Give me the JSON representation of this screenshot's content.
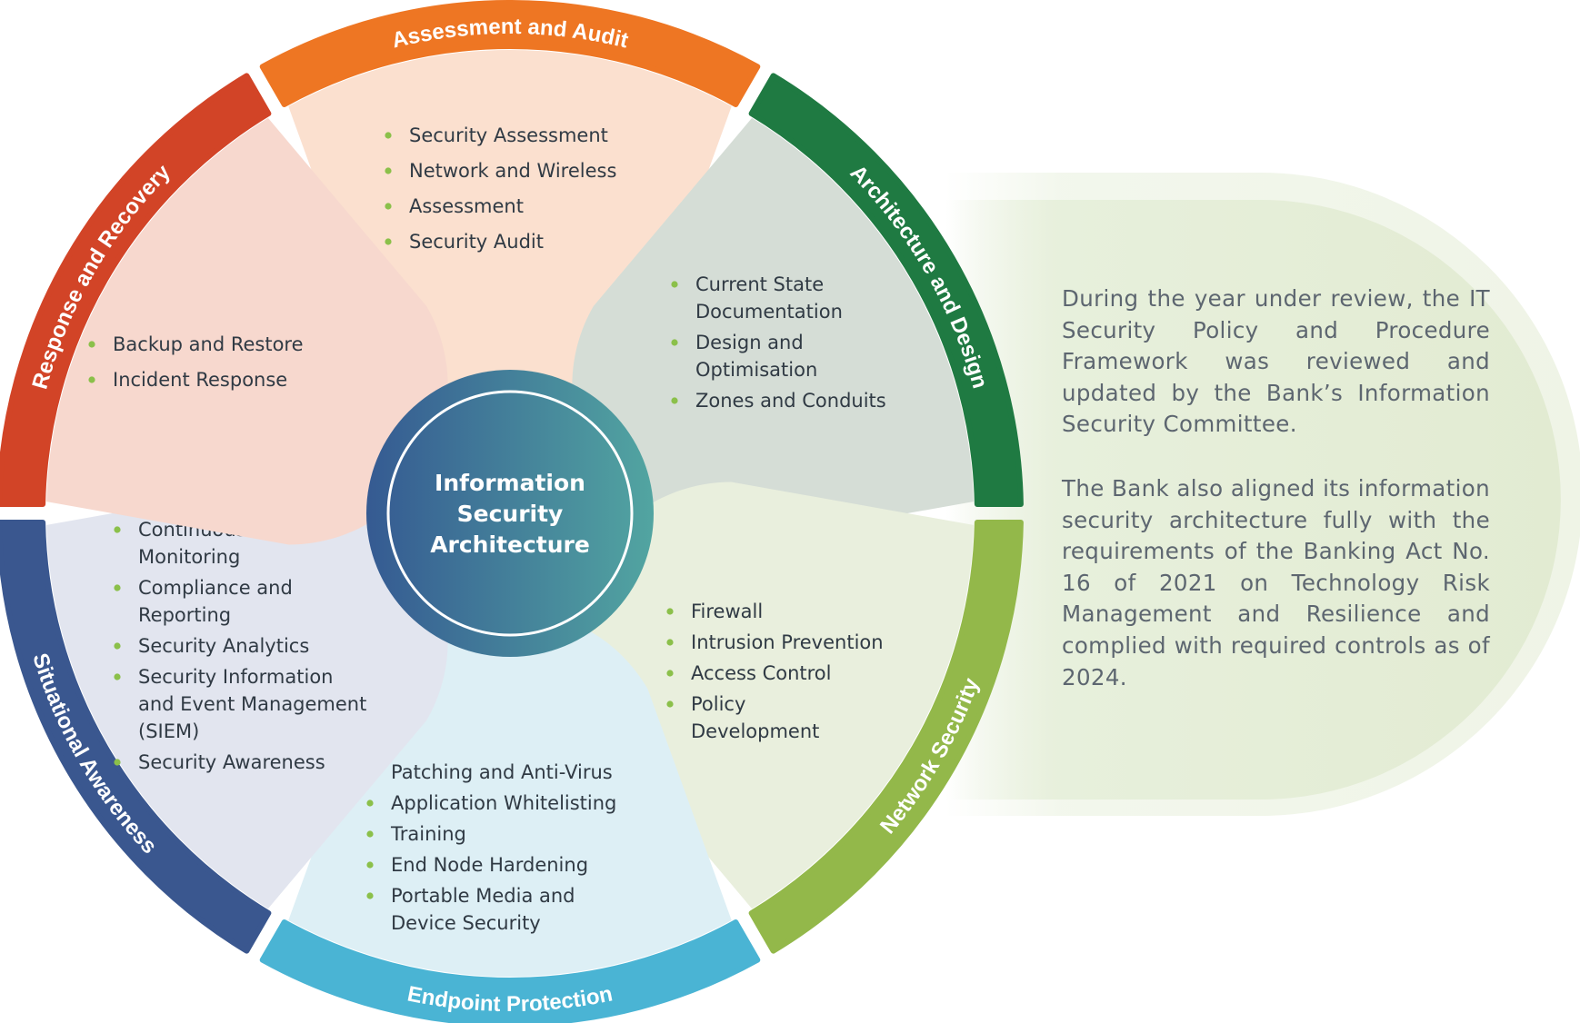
{
  "center": {
    "lines": [
      "Information",
      "Security",
      "Architecture"
    ]
  },
  "segments": [
    {
      "id": "assessment-and-audit",
      "title": "Assessment and Audit",
      "color": "#ee7623",
      "fill": "#fbe0cf",
      "items": [
        [
          "Security Assessment"
        ],
        [
          "Network and Wireless"
        ],
        [
          "Assessment"
        ],
        [
          "Security Audit"
        ]
      ]
    },
    {
      "id": "architecture-and-design",
      "title": "Architecture and Design",
      "color": "#1f7a42",
      "fill": "#d5ddd6",
      "items": [
        [
          "Current State",
          "Documentation"
        ],
        [
          "Design and",
          "Optimisation"
        ],
        [
          "Zones and Conduits"
        ]
      ]
    },
    {
      "id": "network-security",
      "title": "Network Security",
      "color": "#93b84a",
      "fill": "#e9efdd",
      "items": [
        [
          "Firewall"
        ],
        [
          "Intrusion Prevention"
        ],
        [
          "Access Control"
        ],
        [
          "Policy",
          "Development"
        ]
      ]
    },
    {
      "id": "endpoint-protection",
      "title": "Endpoint Protection",
      "color": "#4ab4d4",
      "fill": "#ddeff5",
      "items": [
        [
          "Patching and Anti-Virus"
        ],
        [
          "Application Whitelisting"
        ],
        [
          "Training"
        ],
        [
          "End Node Hardening"
        ],
        [
          "Portable Media and",
          "Device Security"
        ]
      ]
    },
    {
      "id": "situational-awareness",
      "title": "Situational Awareness",
      "color": "#3a578f",
      "fill": "#e2e5ef",
      "items": [
        [
          "Continuous",
          "Monitoring"
        ],
        [
          "Compliance and",
          "Reporting"
        ],
        [
          "Security Analytics"
        ],
        [
          "Security Information",
          "and Event Management",
          "(SIEM)"
        ],
        [
          "Security Awareness"
        ]
      ]
    },
    {
      "id": "response-and-recovery",
      "title": "Response and Recovery",
      "color": "#d24427",
      "fill": "#f7d8ce",
      "items": [
        [
          "Backup and Restore"
        ],
        [
          "Incident Response"
        ]
      ]
    }
  ],
  "note": {
    "paragraph_1": "During the year under review, the IT Security Policy and Procedure Framework was reviewed and updated by the Bank’s Information Security Committee.",
    "paragraph_2": "The Bank also aligned its information security architecture fully with the requirements of the Banking Act No. 16 of 2021 on Technology Risk Management and Resilience and complied with required controls as of 2024."
  }
}
